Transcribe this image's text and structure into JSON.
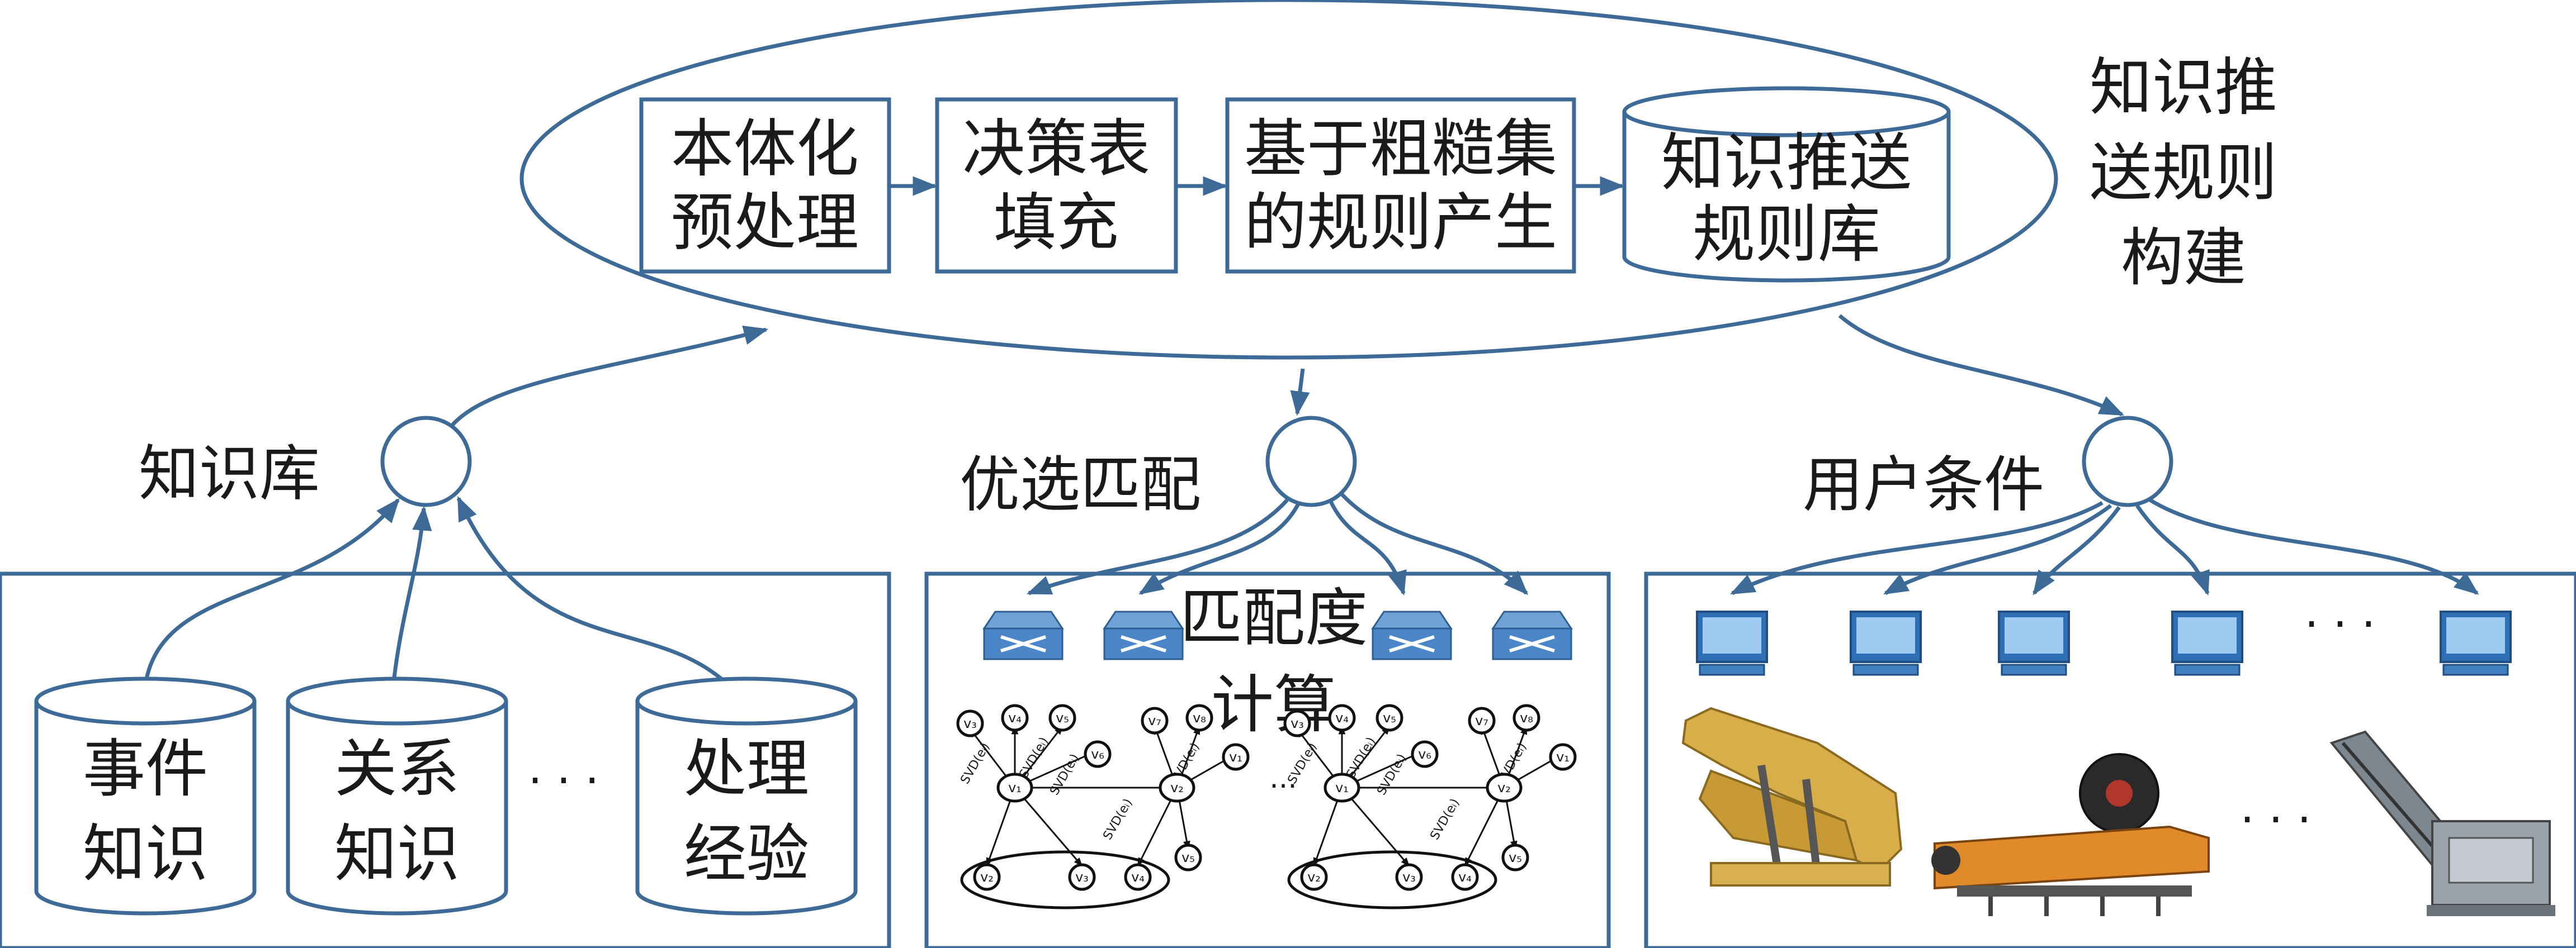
{
  "process": {
    "steps": [
      {
        "line1": "本体化",
        "line2": "预处理"
      },
      {
        "line1": "决策表",
        "line2": "填充"
      },
      {
        "line1": "基于粗糙集",
        "line2": "的规则产生"
      },
      {
        "line1": "知识推送",
        "line2": "规则库"
      }
    ],
    "title_lines": [
      "知识推",
      "送规则",
      "构建"
    ]
  },
  "knowledge_base": {
    "label": "知识库",
    "stores": [
      {
        "line1": "事件",
        "line2": "知识"
      },
      {
        "line1": "关系",
        "line2": "知识"
      },
      {
        "line1": "处理",
        "line2": "经验"
      }
    ],
    "ellipsis": "· · ·"
  },
  "matching": {
    "label": "优选匹配",
    "calc_line1": "匹配度",
    "calc_line2": "计算",
    "ellipsis": "···",
    "graph_nodes": [
      "v₁",
      "v₂",
      "v₃",
      "v₄",
      "v₅",
      "v₆",
      "v₇",
      "v₈"
    ],
    "edge_label": "SVD(eᵢ)"
  },
  "user": {
    "label": "用户条件",
    "computers_ellipsis": "· · ·",
    "machines_ellipsis": "· · ·"
  },
  "colors": {
    "line": "#3d6a96",
    "router": "#4a86c8",
    "monitor": "#2f6fb5"
  }
}
